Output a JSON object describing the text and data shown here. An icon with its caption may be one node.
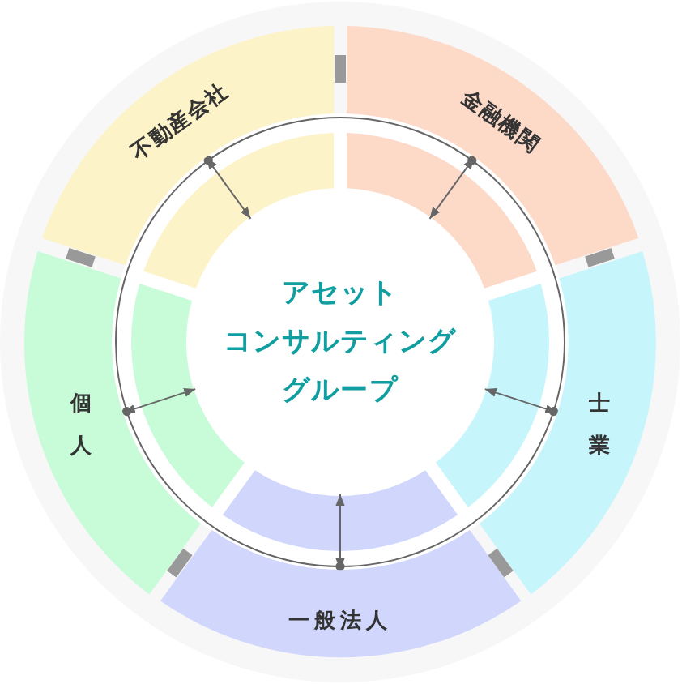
{
  "diagram": {
    "nodes": [
      {
        "text": [
          "アセット",
          "コンサルティング",
          "グループ"
        ]
      },
      {
        "text": [
          "不動産会社"
        ]
      },
      {
        "text": [
          "金融機関"
        ]
      },
      {
        "text": [
          "士業"
        ]
      },
      {
        "text": [
          "一般法人"
        ]
      },
      {
        "text": [
          "個人"
        ]
      }
    ],
    "edges": [
      {
        "from": 1,
        "to": 0,
        "arrow": "both"
      },
      {
        "from": 2,
        "to": 0,
        "arrow": "both"
      },
      {
        "from": 3,
        "to": 0,
        "arrow": "both"
      },
      {
        "from": 4,
        "to": 0,
        "arrow": "both"
      },
      {
        "from": 5,
        "to": 0,
        "arrow": "both"
      }
    ]
  }
}
